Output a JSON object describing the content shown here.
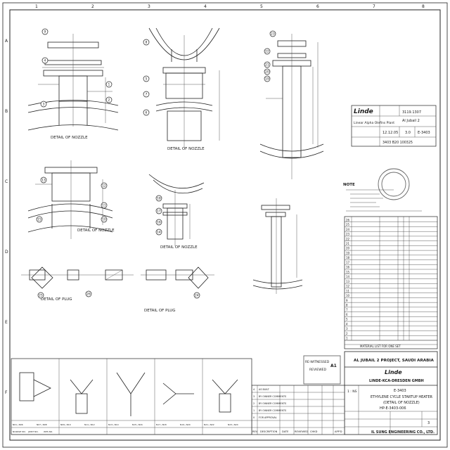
{
  "details": {
    "nozzle_a": "DETAIL OF NOZZLE",
    "nozzle_b": "DETAIL OF NOZZLE",
    "nozzle_c": "DETAIL OF NOZZLE",
    "nozzle_d": "DETAIL OF NOZZLE",
    "plug_a": "DETAIL OF PLUG",
    "plug_b": "DETAIL OF PLUG"
  },
  "note_title": "NOTE",
  "logo_text": "Linde",
  "revision_block": {
    "project_no": "3119.1307",
    "customer": "Al Jubail 2",
    "product": "Linear Alpha Olefins Plant",
    "date": "12.12.05",
    "version": "3.0",
    "doc_no": "E-3403",
    "drawing_code": "3403 B20 100325"
  },
  "bom": {
    "rows": [
      {
        "no": "26"
      },
      {
        "no": "25"
      },
      {
        "no": "24"
      },
      {
        "no": "23"
      },
      {
        "no": "22"
      },
      {
        "no": "21"
      },
      {
        "no": "20"
      },
      {
        "no": "19"
      },
      {
        "no": "18"
      },
      {
        "no": "17"
      },
      {
        "no": "16"
      },
      {
        "no": "15"
      },
      {
        "no": "14"
      },
      {
        "no": "13"
      },
      {
        "no": "12"
      },
      {
        "no": "11"
      },
      {
        "no": "10"
      },
      {
        "no": "9"
      },
      {
        "no": "8"
      },
      {
        "no": "7"
      },
      {
        "no": "6"
      },
      {
        "no": "5"
      },
      {
        "no": "4"
      },
      {
        "no": "3"
      },
      {
        "no": "2"
      },
      {
        "no": "1"
      }
    ],
    "footer": "MATERIAL LIST FOR ONE SET"
  },
  "title_block": {
    "project": "AL JUBAIL 2 PROJECT, SAUDI ARABIA",
    "company": "LINDE-KCA-DRESDEN GMBH",
    "item": "E-3403",
    "title_line1": "ETHYLENE CYCLE STARTUP HEATER",
    "title_line2": "(DETAIL OF NOZZLE)",
    "drawing_no": "HP-E-3403-006",
    "scale": "1 : NS",
    "sheet": "3",
    "contractor": "IL SUNG ENGINEERING CO., LTD."
  },
  "stamp": {
    "text1": "RE-WITNESSED",
    "text2": "REVIEWED",
    "text3": "A1"
  },
  "revisions": [
    {
      "rev": "4",
      "desc": "AS BUILT"
    },
    {
      "rev": "3",
      "desc": "BY OWNER COMMENTS"
    },
    {
      "rev": "2",
      "desc": "BY OWNER COMMENTS"
    },
    {
      "rev": "1",
      "desc": "BY OWNER COMMENTS"
    },
    {
      "rev": "0",
      "desc": "FOR APPROVAL"
    }
  ],
  "revision_headers": {
    "rev": "REV",
    "desc": "DESCRIPTION",
    "date": "DATE",
    "reviewed": "REVIEWED",
    "checked": "CHKD",
    "approved": "APP'D"
  },
  "weld_bar": {
    "cells": [
      "N01~N06",
      "N07~N08",
      "N09~N10",
      "N11~N12",
      "N13~N14",
      "N15~N16",
      "N17~N18",
      "N19~N20",
      "N21~N22",
      "N23~N24"
    ],
    "labels": [
      "NOZZLE NO.",
      "JOINT NO.",
      "WPS NO."
    ]
  },
  "edge_letters": [
    "A",
    "B",
    "C",
    "D",
    "E",
    "F"
  ],
  "edge_numbers": [
    "1",
    "2",
    "3",
    "4",
    "5",
    "6",
    "7",
    "8"
  ],
  "balloons": {
    "b1": "1",
    "b2": "2",
    "b3": "3",
    "b4": "4",
    "b5": "5",
    "b6": "6",
    "b7": "7",
    "b8": "8",
    "b9": "9",
    "b10": "10",
    "b11": "11",
    "b12": "12",
    "b13": "13",
    "b14": "14",
    "b15": "15",
    "b16": "16",
    "b17": "17",
    "b18": "18",
    "b19": "19",
    "b20": "20",
    "b21": "21",
    "b22": "22",
    "b23": "23",
    "b24": "24",
    "b25": "25",
    "b26": "26"
  }
}
